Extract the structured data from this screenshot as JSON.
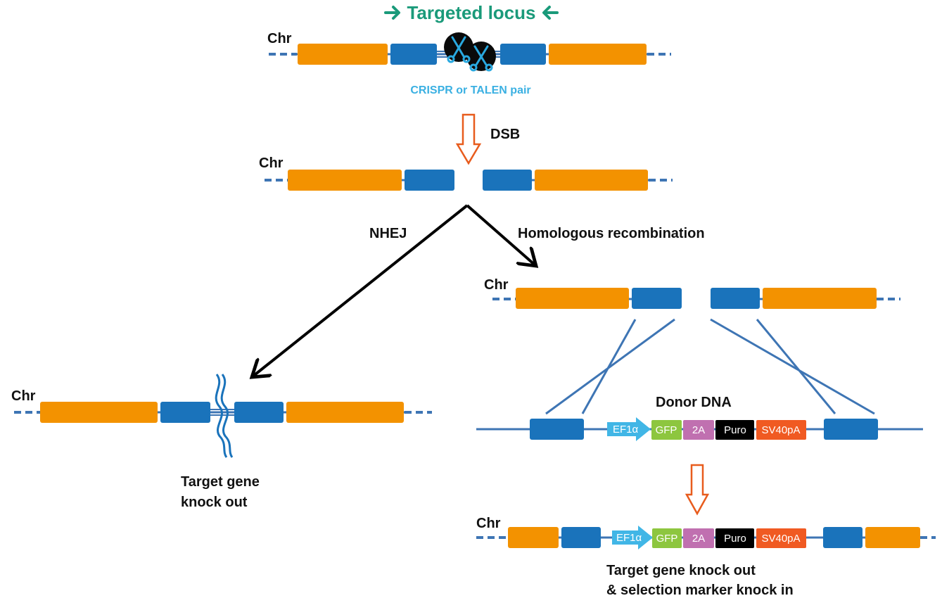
{
  "title": "Targeted locus",
  "chr_label": "Chr",
  "nuclease_label": "CRISPR or TALEN pair",
  "dsb_label": "DSB",
  "nhej_label": "NHEJ",
  "hr_label": "Homologous recombination",
  "donor_label": "Donor DNA",
  "ko_label_line1": "Target gene",
  "ko_label_line2": "knock out",
  "result_label_line1": "Target gene knock out",
  "result_label_line2": "& selection marker knock in",
  "cassette": {
    "ef1a": "EF1α",
    "gfp": "GFP",
    "t2a": "2A",
    "puro": "Puro",
    "sv40pa": "SV40pA"
  },
  "colors": {
    "exon_orange": "#f39200",
    "exon_blue": "#1a73bb",
    "line_blue": "#3e75b4",
    "title_green": "#1a9a7a",
    "nuclease_text": "#3ab0e2",
    "dsb_arrow": "#e85c1d",
    "ef1a": "#41b6e6",
    "gfp": "#8dc63f",
    "t2a": "#c070b0",
    "puro": "#000000",
    "sv40pa": "#f05a22"
  }
}
